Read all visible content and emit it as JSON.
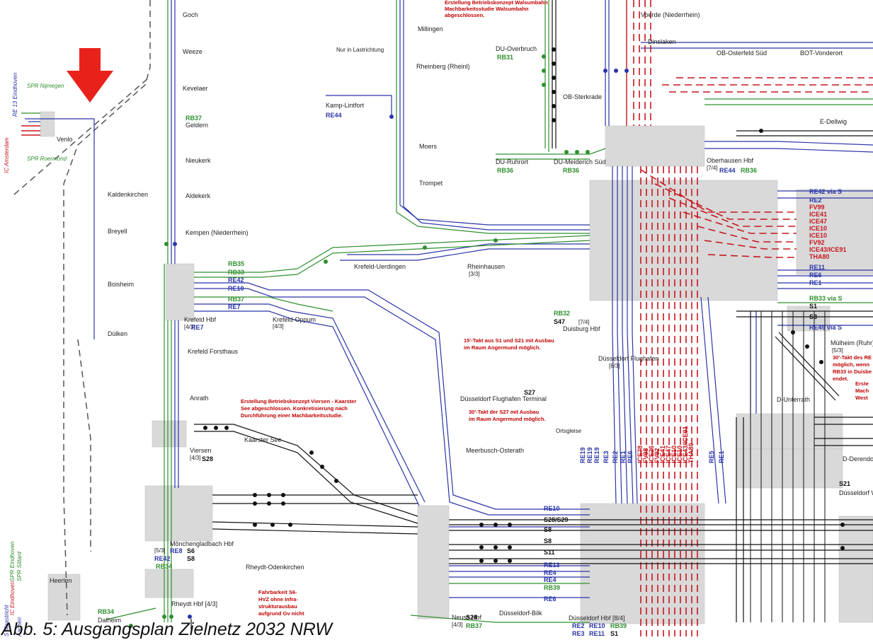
{
  "caption": "Abb. 5: Ausgangsplan Zielnetz 2032 NRW",
  "colors": {
    "blue": "#2b35a8",
    "green": "#2f8f2f",
    "red": "#c8171e",
    "black": "#111111",
    "gray": "#d9d9d9",
    "dash": "#555555"
  },
  "stations": [
    {
      "id": "goch",
      "name": "Goch"
    },
    {
      "id": "weeze",
      "name": "Weeze"
    },
    {
      "id": "kevelaer",
      "name": "Kevelaer"
    },
    {
      "id": "geldern",
      "name": "Geldern"
    },
    {
      "id": "nieukerk",
      "name": "Nieukerk"
    },
    {
      "id": "aldekerk",
      "name": "Aldekerk"
    },
    {
      "id": "kempen",
      "name": "Kempen (Niederrhein)"
    },
    {
      "id": "venlo",
      "name": "Venlo"
    },
    {
      "id": "kaldenkirchen",
      "name": "Kaldenkirchen"
    },
    {
      "id": "breyell",
      "name": "Breyell"
    },
    {
      "id": "boisheim",
      "name": "Boisheim"
    },
    {
      "id": "duelken",
      "name": "Dülken"
    },
    {
      "id": "krefeldhbf",
      "name": "Krefeld Hbf"
    },
    {
      "id": "forsthaus",
      "name": "Krefeld Forsthaus"
    },
    {
      "id": "oppum",
      "name": "Krefeld-Oppum"
    },
    {
      "id": "uerdingen",
      "name": "Krefeld-Uerdingen"
    },
    {
      "id": "anrath",
      "name": "Anrath"
    },
    {
      "id": "viersen",
      "name": "Viersen"
    },
    {
      "id": "kaarster",
      "name": "Kaarster See"
    },
    {
      "id": "mgbf",
      "name": "Mönchengladbach Hbf"
    },
    {
      "id": "rheydt",
      "name": "Rheydt Hbf [4/3]"
    },
    {
      "id": "odenkirchen",
      "name": "Rheydt-Odenkirchen"
    },
    {
      "id": "heerlen",
      "name": "Heerlen"
    },
    {
      "id": "dalheim",
      "name": "Dalheim"
    },
    {
      "id": "neuss",
      "name": "Neuss Hbf"
    },
    {
      "id": "bilk",
      "name": "Düsseldorf-Bilk"
    },
    {
      "id": "meerbusch",
      "name": "Meerbusch-Osterath"
    },
    {
      "id": "rheinhausen",
      "name": "Rheinhausen"
    },
    {
      "id": "moers",
      "name": "Moers"
    },
    {
      "id": "trompet",
      "name": "Trompet"
    },
    {
      "id": "rheinberg",
      "name": "Rheinberg (Rheinl)"
    },
    {
      "id": "millingen",
      "name": "Millingen"
    },
    {
      "id": "kamplintfort",
      "name": "Kamp-Lintfort"
    },
    {
      "id": "overbruch",
      "name": "DU-Overbruch"
    },
    {
      "id": "ruhrort",
      "name": "DU-Ruhrort"
    },
    {
      "id": "meiderich",
      "name": "DU-Meiderich Süd"
    },
    {
      "id": "sterkrade",
      "name": "OB-Sterkrade"
    },
    {
      "id": "oberhausen",
      "name": "Oberhausen Hbf"
    },
    {
      "id": "voerde",
      "name": "Voerde (Niederrhein)"
    },
    {
      "id": "dinslaken",
      "name": "Dinslaken"
    },
    {
      "id": "osterfeld",
      "name": "OB-Osterfeld Süd"
    },
    {
      "id": "vonderort",
      "name": "BOT-Vonderort"
    },
    {
      "id": "dellwig",
      "name": "E-Dellwig"
    },
    {
      "id": "duisburg",
      "name": "Duisburg Hbf"
    },
    {
      "id": "muelheim",
      "name": "Mülheim (Ruhr)"
    },
    {
      "id": "flughafen",
      "name": "Düsseldorf Flughafen"
    },
    {
      "id": "terminal",
      "name": "Düsseldorf Flughafen Terminal"
    },
    {
      "id": "unterrath",
      "name": "D-Unterrath"
    },
    {
      "id": "derendorf",
      "name": "D-Derendorf"
    },
    {
      "id": "wehrhahn",
      "name": "Düsseldorf W"
    },
    {
      "id": "dhbf",
      "name": "Düsseldorf Hbf [8/4]"
    }
  ],
  "subs": {
    "krefeldhbf": "[4/3]",
    "oppum": "[4/3]",
    "rheinhausen": "[3/3]",
    "viersen": "[4/3]",
    "mgbf": "[5/3]",
    "neuss": "[4/3]",
    "oberhausen": "[7/4]",
    "duisburg": "[7/4]",
    "flughafen": "[8/3]",
    "muelheim": "[5/3]",
    "lastrichtung": "Nur in Lastrichtung",
    "ortsgleise": "Ortsgleise",
    "osterath": "Meerbusch-Osterath"
  },
  "lines": {
    "rb37a": "RB37",
    "re7": "RE7",
    "rb35": "RB35",
    "rb33": "RB33",
    "re42": "RE42",
    "re10": "RE10",
    "rb37b": "RB37",
    "re7b": "RE7",
    "re44a": "RE44",
    "rb31": "RB31",
    "rb36a": "RB36",
    "rb36b": "RB36",
    "re44b": "RE44",
    "rb36c": "RB36",
    "rb32": "RB32",
    "s47": "S47",
    "s27": "S27",
    "s28a": "S28",
    "re8": "RE8",
    "s6": "S6",
    "re42b": "RE42",
    "s8": "S8",
    "rb34a": "RB34",
    "rb34b": "RB34",
    "s28b": "S28",
    "rb37c": "RB37",
    "s21": "S21",
    "re2": "RE2",
    "re10b": "RE10",
    "rb39": "RB39",
    "re3": "RE3",
    "re11": "RE11",
    "s1": "S1"
  },
  "right_list": [
    "RE42 via S",
    "RE2",
    "FV99",
    "ICE41",
    "ICE47",
    "ICE10",
    "ICE10",
    "FV92",
    "ICE43/ICE91",
    "THA80",
    "RE11",
    "RE6",
    "RE1",
    "RB33 via S",
    "S1",
    "S3",
    "RE49 via S"
  ],
  "right_list_colors": [
    "blue",
    "blue",
    "red",
    "red",
    "red",
    "red",
    "red",
    "red",
    "red",
    "red",
    "blue",
    "blue",
    "blue",
    "green",
    "black",
    "black",
    "blue"
  ],
  "vert_labels": [
    "RE19",
    "RE19",
    "RE19",
    "RE3",
    "RE2",
    "RE1",
    "RE6",
    "ICE78",
    "FV98",
    "ICE26",
    "FV92",
    "ICE41",
    "ICE47",
    "ICE10",
    "ICE10",
    "ICE43/ICE91",
    "THA80",
    "RE5",
    "RE1"
  ],
  "vert_colors": [
    "blue",
    "blue",
    "blue",
    "blue",
    "blue",
    "blue",
    "blue",
    "red",
    "red",
    "red",
    "red",
    "red",
    "red",
    "red",
    "red",
    "red",
    "red",
    "blue",
    "blue"
  ],
  "trunk_labels": {
    "t1": "S28/S29",
    "t2": "S8",
    "t3": "S8",
    "t4": "S11",
    "t5": "RE13",
    "t6": "RE4",
    "t7": "RE4",
    "t8": "RB39",
    "t9": "RE6",
    "t10": "RE10"
  },
  "side_labels": {
    "re13e": "RE 13 Eindhoven",
    "icams": "IC Amsterdam",
    "sprnij": "SPR Nijmegen",
    "sprroe": "SPR Roermond",
    "sprein": "SPR Eindhoven",
    "sprsit": "SPR Sittard",
    "iceind": "IC Eindhoven",
    "maas": "S Maastricht",
    "aach": "Aachen"
  },
  "notes": {
    "n1": "Erstellung Betriebskonzept Walsumbahn",
    "n1b": "Machbarkeitsstudie Walsumbahn",
    "n1c": "abgeschlossen.",
    "n2": "Erstellung Betriebskonzept Viersen - Kaarster",
    "n2b": "See abgeschlossen. Konkretisierung nach",
    "n2c": "Durchführung einer Machbarkeitsstudie.",
    "n3": "15'-Takt aus S1 und S21 mit Ausbau",
    "n3b": "im Raum Angermund möglich.",
    "n4": "30'-Takt der S27 mit Ausbau",
    "n4b": "im Raum Angermund möglich.",
    "n5": "Fahrbarkeit S6-",
    "n5b": "HVZ ohne Infra-",
    "n5c": "strukturausbau",
    "n5d": "aufgrund Gv nicht",
    "n6": "30'-Takt des RE",
    "n6b": "möglich, wenn",
    "n6c": "RB33 in Duisbe",
    "n6d": "endet.",
    "n7": "Erste",
    "n7b": "Mach",
    "n7c": "West"
  }
}
